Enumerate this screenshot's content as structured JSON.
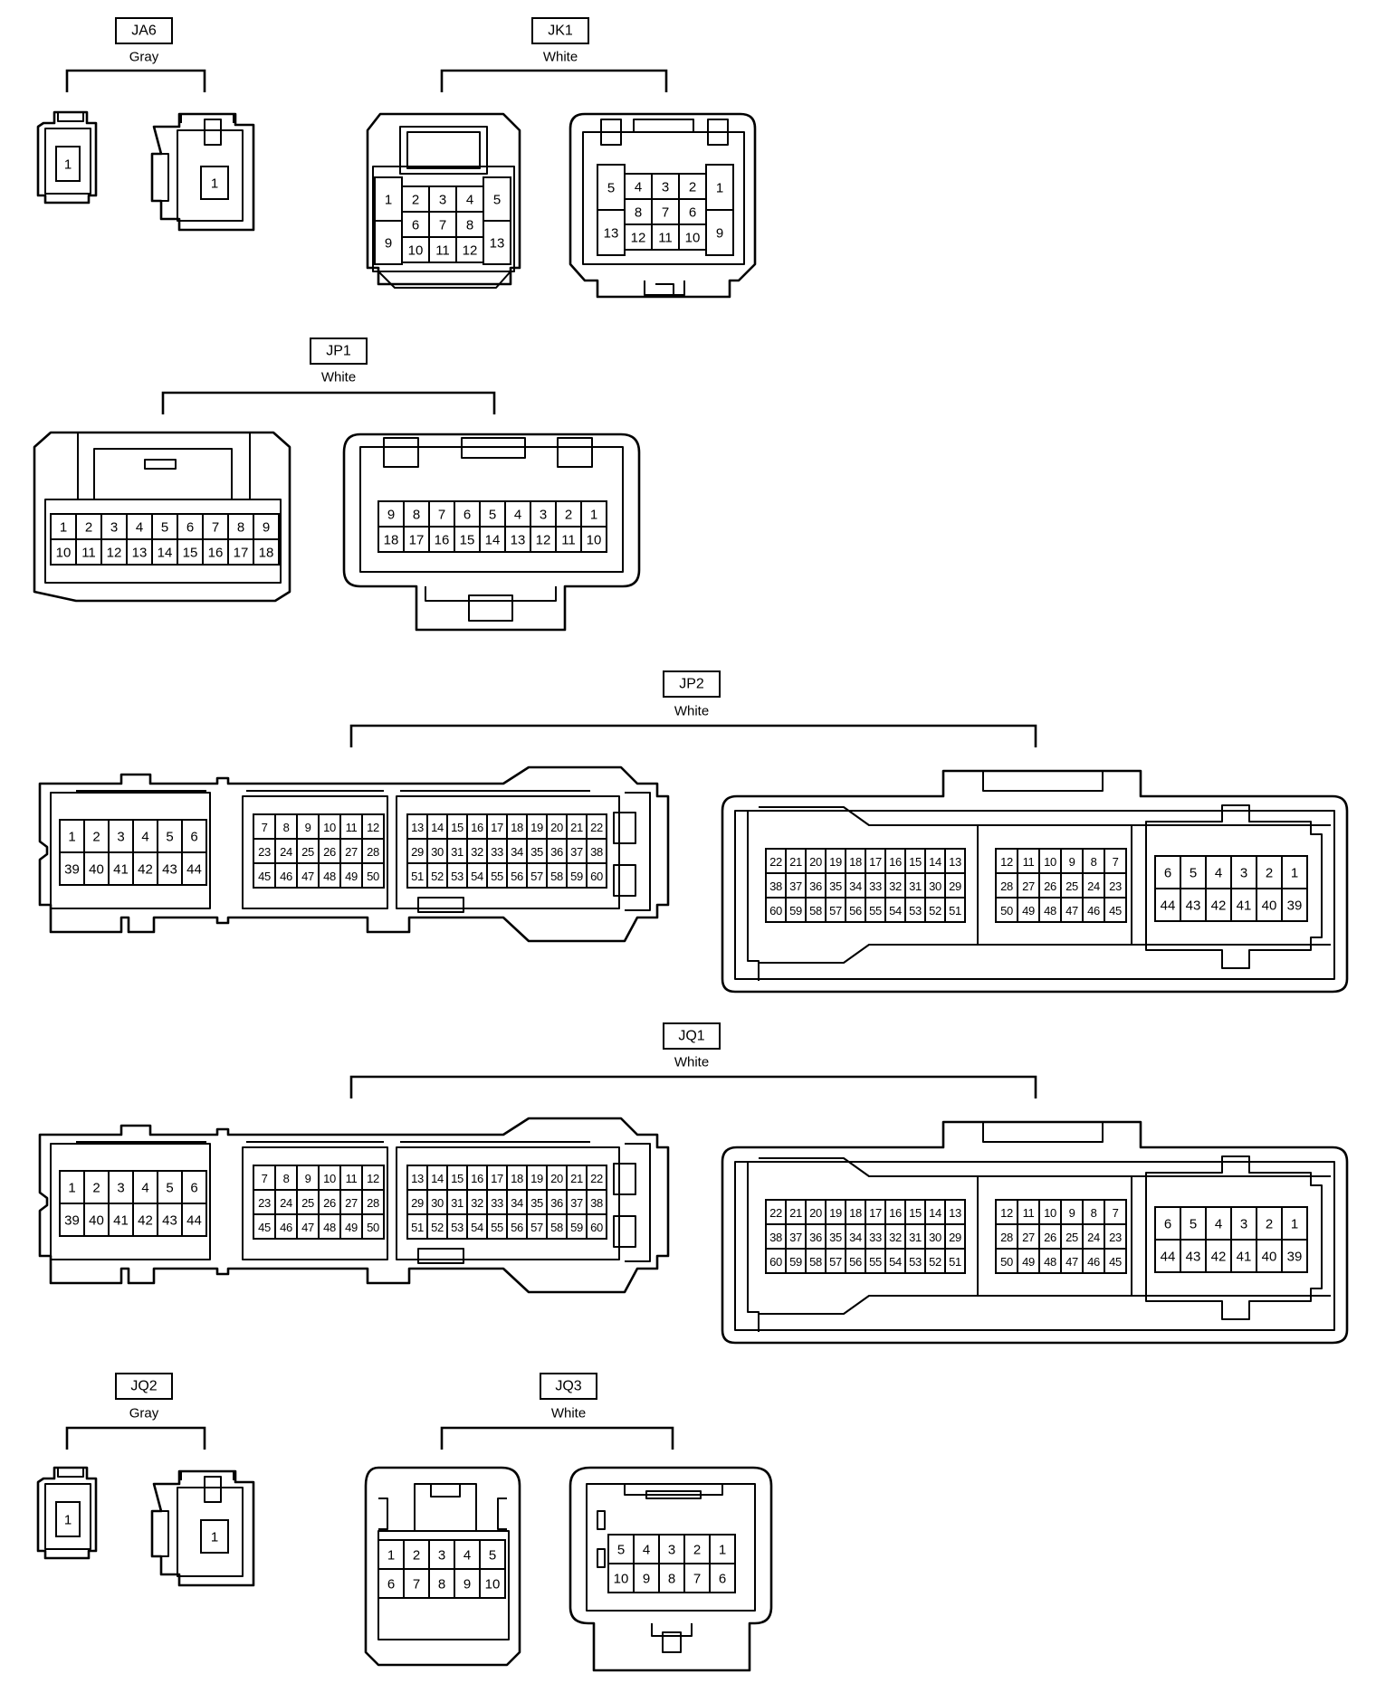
{
  "connectors": [
    {
      "code": "JA6",
      "color": "Gray",
      "pins": 1
    },
    {
      "code": "JK1",
      "color": "White",
      "pins": 13
    },
    {
      "code": "JP1",
      "color": "White",
      "pins": 18
    },
    {
      "code": "JP2",
      "color": "White",
      "pins": 60
    },
    {
      "code": "JQ1",
      "color": "White",
      "pins": 60
    },
    {
      "code": "JQ2",
      "color": "Gray",
      "pins": 1
    },
    {
      "code": "JQ3",
      "color": "White",
      "pins": 10
    }
  ],
  "pin_grids": {
    "ja6_left": [
      [
        "1"
      ]
    ],
    "ja6_right": [
      [
        "1"
      ]
    ],
    "jk1_left_a": [
      [
        "1"
      ],
      [
        "9"
      ]
    ],
    "jk1_left_b": [
      [
        "2",
        "3",
        "4"
      ],
      [
        "6",
        "7",
        "8"
      ],
      [
        "10",
        "11",
        "12"
      ]
    ],
    "jk1_left_c": [
      [
        "5"
      ],
      [
        "13"
      ]
    ],
    "jk1_right_a": [
      [
        "5"
      ],
      [
        "13"
      ]
    ],
    "jk1_right_b": [
      [
        "4",
        "3",
        "2"
      ],
      [
        "8",
        "7",
        "6"
      ],
      [
        "12",
        "11",
        "10"
      ]
    ],
    "jk1_right_c": [
      [
        "1"
      ],
      [
        "9"
      ]
    ],
    "jp1_left": [
      [
        "1",
        "2",
        "3",
        "4",
        "5",
        "6",
        "7",
        "8",
        "9"
      ],
      [
        "10",
        "11",
        "12",
        "13",
        "14",
        "15",
        "16",
        "17",
        "18"
      ]
    ],
    "jp1_right": [
      [
        "9",
        "8",
        "7",
        "6",
        "5",
        "4",
        "3",
        "2",
        "1"
      ],
      [
        "18",
        "17",
        "16",
        "15",
        "14",
        "13",
        "12",
        "11",
        "10"
      ]
    ],
    "j60_left_a": [
      [
        "1",
        "2",
        "3",
        "4",
        "5",
        "6"
      ],
      [
        "39",
        "40",
        "41",
        "42",
        "43",
        "44"
      ]
    ],
    "j60_left_b": [
      [
        "7",
        "8",
        "9",
        "10",
        "11",
        "12"
      ],
      [
        "23",
        "24",
        "25",
        "26",
        "27",
        "28"
      ],
      [
        "45",
        "46",
        "47",
        "48",
        "49",
        "50"
      ]
    ],
    "j60_left_c": [
      [
        "13",
        "14",
        "15",
        "16",
        "17",
        "18",
        "19",
        "20",
        "21",
        "22"
      ],
      [
        "29",
        "30",
        "31",
        "32",
        "33",
        "34",
        "35",
        "36",
        "37",
        "38"
      ],
      [
        "51",
        "52",
        "53",
        "54",
        "55",
        "56",
        "57",
        "58",
        "59",
        "60"
      ]
    ],
    "j60_right_a": [
      [
        "22",
        "21",
        "20",
        "19",
        "18",
        "17",
        "16",
        "15",
        "14",
        "13"
      ],
      [
        "38",
        "37",
        "36",
        "35",
        "34",
        "33",
        "32",
        "31",
        "30",
        "29"
      ],
      [
        "60",
        "59",
        "58",
        "57",
        "56",
        "55",
        "54",
        "53",
        "52",
        "51"
      ]
    ],
    "j60_right_b": [
      [
        "12",
        "11",
        "10",
        "9",
        "8",
        "7"
      ],
      [
        "28",
        "27",
        "26",
        "25",
        "24",
        "23"
      ],
      [
        "50",
        "49",
        "48",
        "47",
        "46",
        "45"
      ]
    ],
    "j60_right_c": [
      [
        "6",
        "5",
        "4",
        "3",
        "2",
        "1"
      ],
      [
        "44",
        "43",
        "42",
        "41",
        "40",
        "39"
      ]
    ],
    "jq3_left": [
      [
        "1",
        "2",
        "3",
        "4",
        "5"
      ],
      [
        "6",
        "7",
        "8",
        "9",
        "10"
      ]
    ],
    "jq3_right": [
      [
        "5",
        "4",
        "3",
        "2",
        "1"
      ],
      [
        "10",
        "9",
        "8",
        "7",
        "6"
      ]
    ]
  }
}
